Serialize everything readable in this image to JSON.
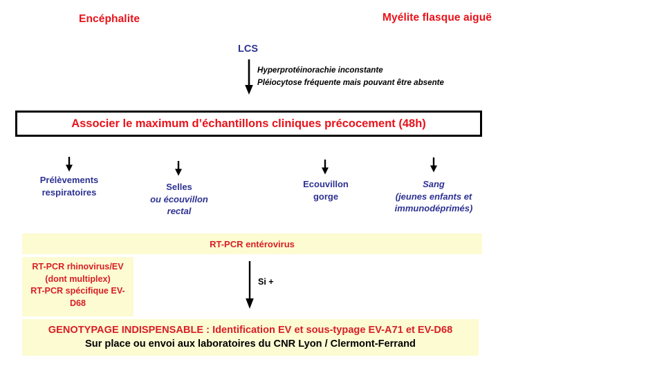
{
  "diagram": {
    "headings": [
      {
        "id": "encephalite",
        "label": "Encéphalite"
      },
      {
        "id": "myelite",
        "label": "Myélite flasque aiguë"
      }
    ],
    "csf": {
      "label": "LCS",
      "notes": [
        "Hyperprotéinorachie inconstante",
        "Pléiocytose fréquente mais pouvant être absente"
      ]
    },
    "main_box": {
      "text": "Associer le maximum d’échantillons cliniques précocement (48h)"
    },
    "samples": [
      {
        "id": "prelevements-respiratoires",
        "lines": [
          {
            "text": "Prélèvements",
            "style": "b"
          },
          {
            "text": "respiratoires",
            "style": "b"
          }
        ]
      },
      {
        "id": "selles",
        "lines": [
          {
            "text": "Selles",
            "style": "b"
          },
          {
            "text": "ou écouvillon",
            "style": "bi"
          },
          {
            "text": "rectal",
            "style": "bi"
          }
        ]
      },
      {
        "id": "ecouvillon-gorge",
        "lines": [
          {
            "text": "Ecouvillon",
            "style": "b"
          },
          {
            "text": "gorge",
            "style": "b"
          }
        ]
      },
      {
        "id": "sang",
        "lines": [
          {
            "text": "Sang",
            "style": "bi"
          },
          {
            "text": "(jeunes enfants et",
            "style": "bi"
          },
          {
            "text": "immunodéprimés)",
            "style": "bi"
          }
        ]
      }
    ],
    "pcr_band": {
      "label": "RT-PCR entérovirus"
    },
    "pcr_left_box": {
      "lines": [
        "RT-PCR rhinovirus/EV",
        "(dont multiplex)",
        "RT-PCR spécifique EV-",
        "D68"
      ]
    },
    "si_plus": {
      "label": "Si +"
    },
    "genotyping_box": {
      "line1": "GENOTYPAGE INDISPENSABLE : Identification EV et sous-typage EV-A71 et EV-D68",
      "line2": "Sur place ou envoi aux laboratoires du CNR Lyon / Clermont-Ferrand"
    },
    "colors": {
      "heading_red": "#E8121A",
      "box_red": "#D81E27",
      "navy": "#2E3192",
      "yellow": "#FCFBD2",
      "black": "#000000"
    }
  }
}
